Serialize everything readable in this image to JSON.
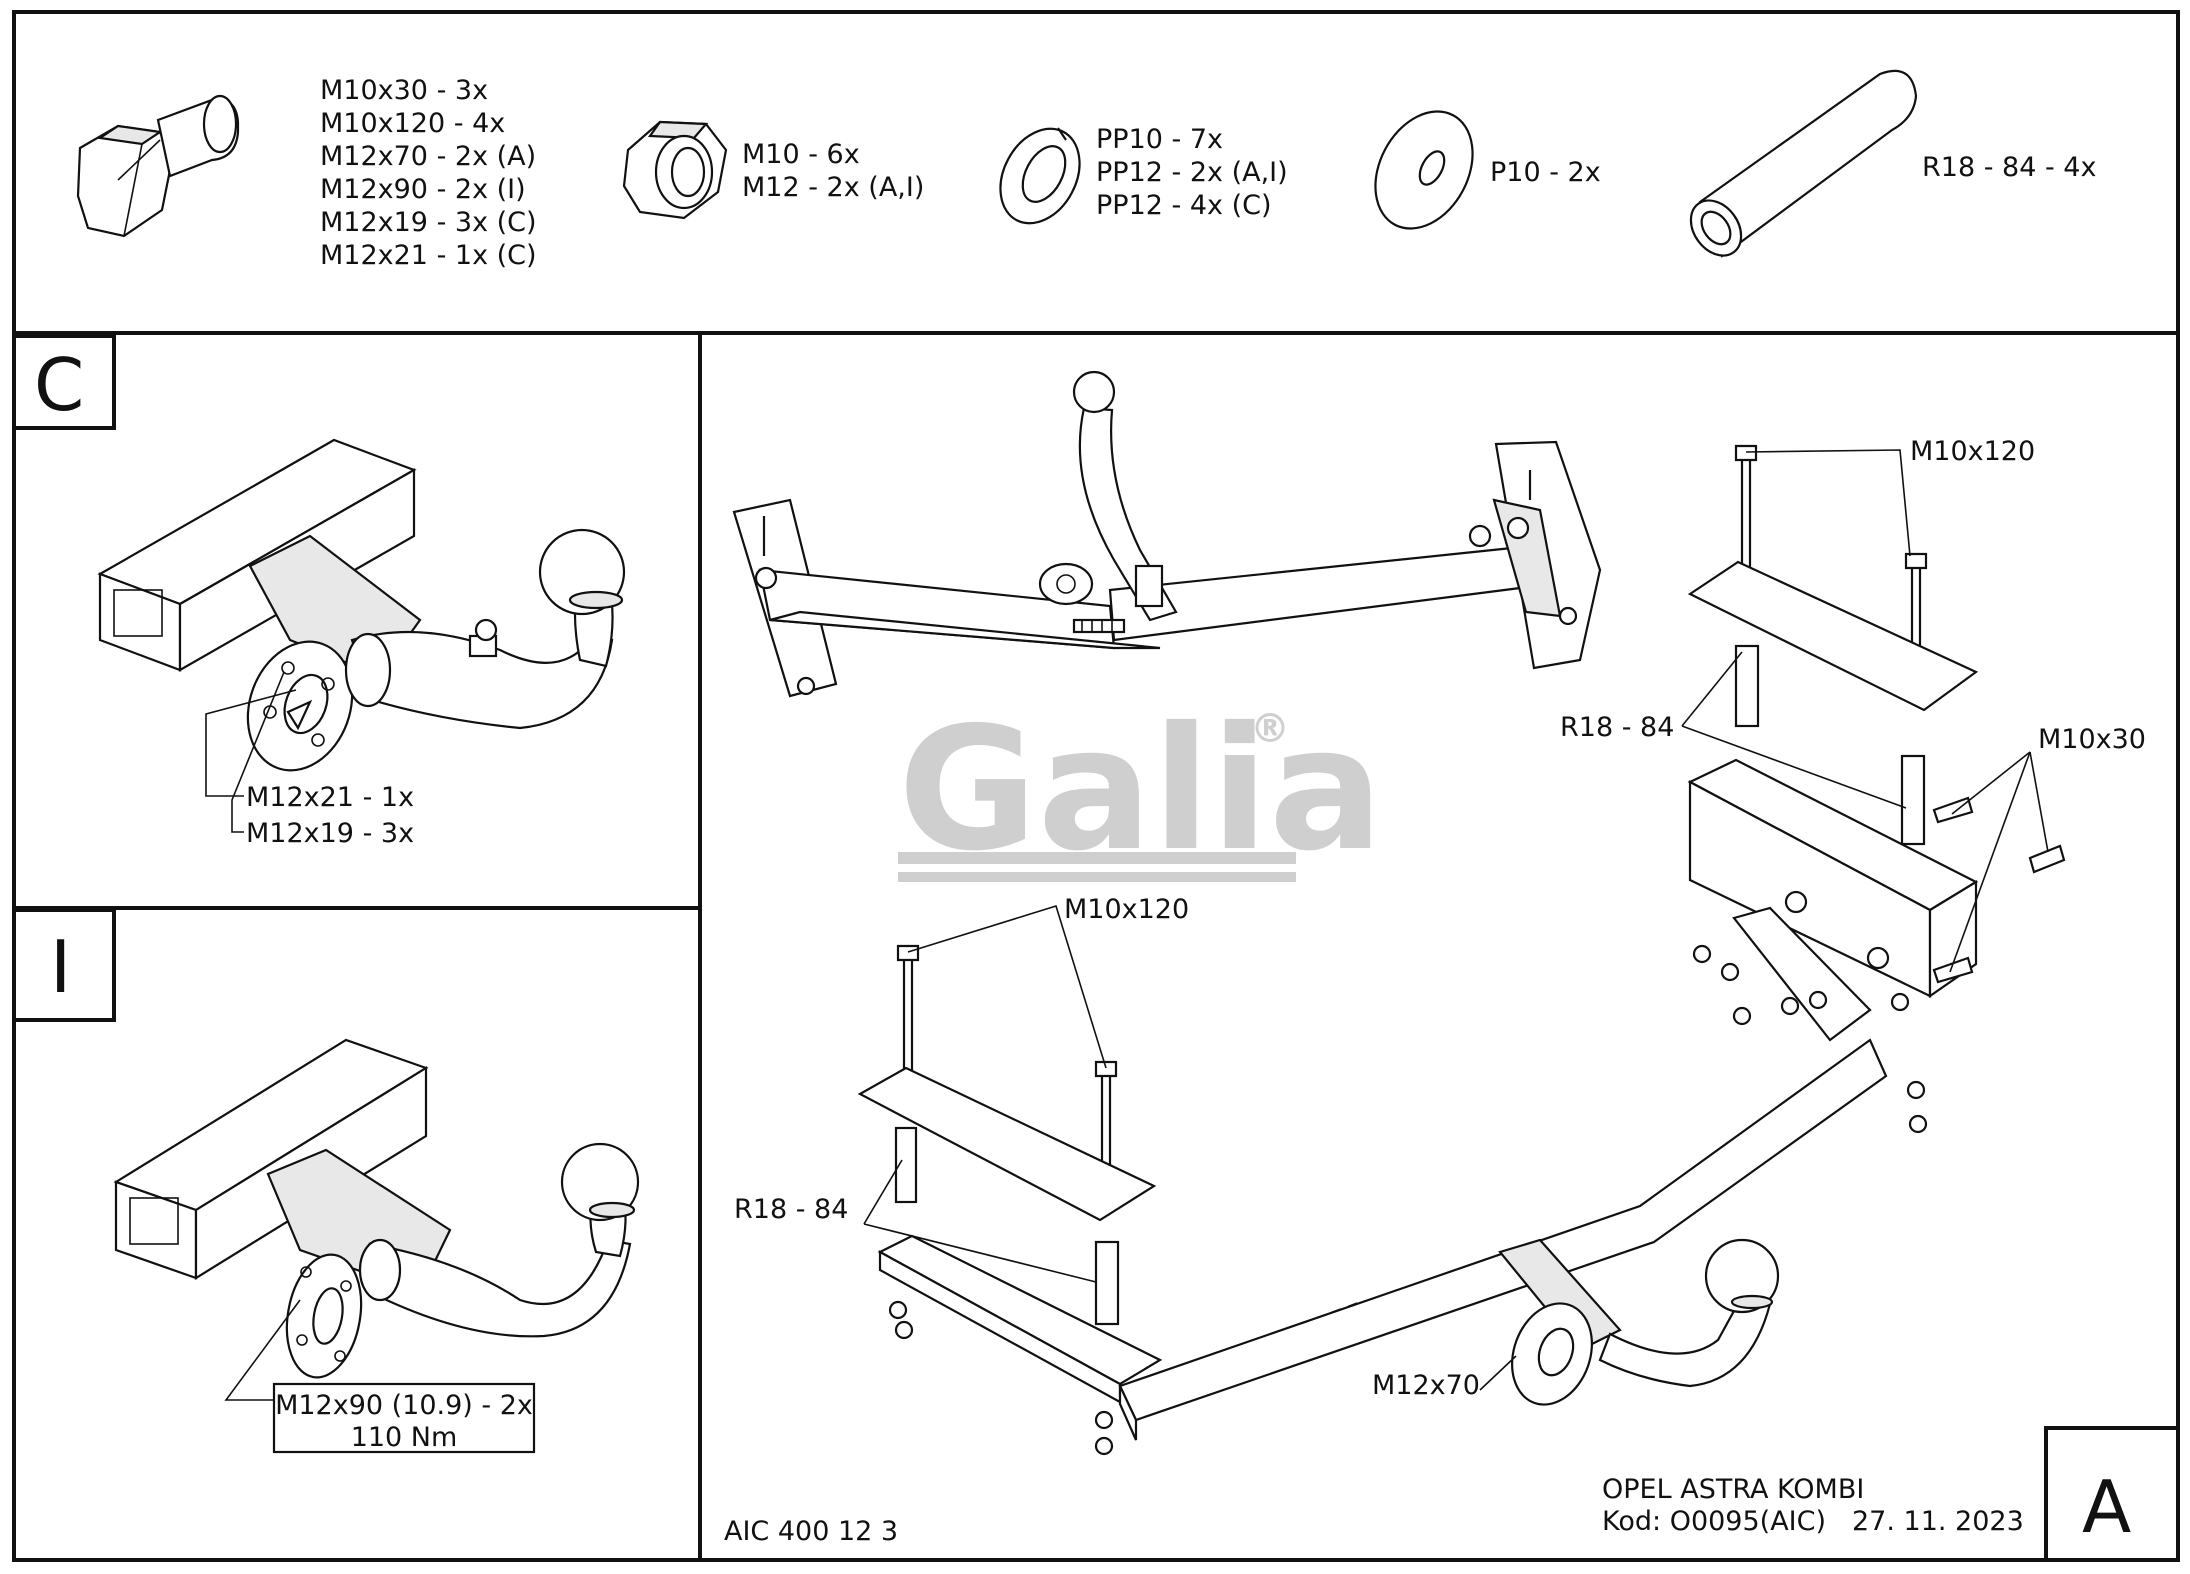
{
  "parts": {
    "bolts": [
      "M10x30 - 3x",
      "M10x120 - 4x",
      "M12x70 - 2x (A)",
      "M12x90 - 2x (I)",
      "M12x19 - 3x (C)",
      "M12x21 - 1x (C)"
    ],
    "nuts": [
      "M10 - 6x",
      "M12 - 2x (A,I)"
    ],
    "spring_washers": [
      "PP10 - 7x",
      "PP12 - 2x (A,I)",
      "PP12 - 4x (C)"
    ],
    "flat_washer": "P10 - 2x",
    "spacer_tube": "R18 - 84 - 4x"
  },
  "panel_c": {
    "letter": "C",
    "label_1": "M12x21 - 1x",
    "label_2": "M12x19 - 3x"
  },
  "panel_i": {
    "letter": "I",
    "box_line_1": "M12x90 (10.9) - 2x",
    "box_line_2": "110 Nm"
  },
  "panel_a": {
    "letter": "A",
    "m10x120_top": "M10x120",
    "m10x120_left": "M10x120",
    "r18_right": "R18 - 84",
    "r18_left": "R18 - 84",
    "m10x30": "M10x30",
    "m12x70": "M12x70",
    "logo": "Galia",
    "registered": "®",
    "drawing_code": "AIC 400 12 3",
    "vehicle": "OPEL ASTRA KOMBI",
    "kod": "Kod: O0095(AIC)",
    "date": "27. 11. 2023"
  }
}
